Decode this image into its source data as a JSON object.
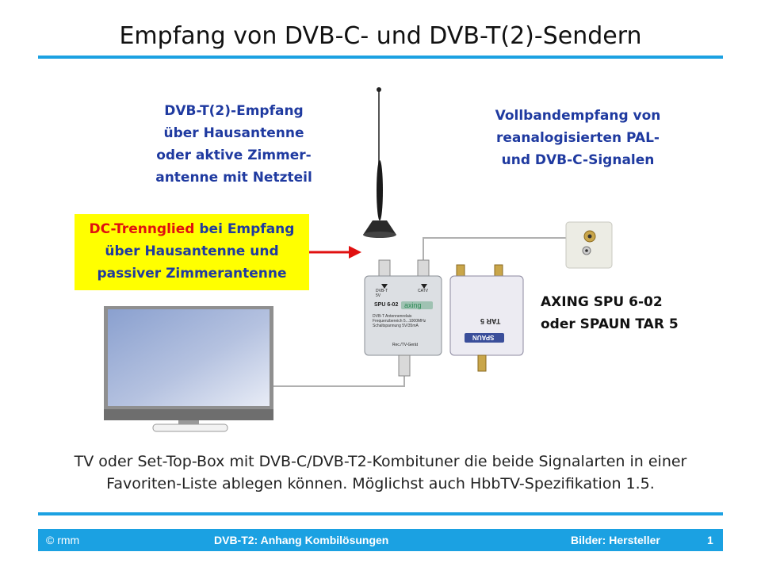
{
  "slide": {
    "title": "Empfang von DVB-C- und DVB-T(2)-Sendern",
    "dvbt_label": [
      "DVB-T(2)-Empfang",
      "über Hausantenne",
      "oder aktive Zimmer-",
      "antenne mit Netzteil"
    ],
    "cable_label": [
      "Vollbandempfang von",
      "reanalogisierten PAL-",
      "und DVB-C-Signalen"
    ],
    "dc_box": {
      "red_part": "DC-Trennglied",
      "rest_line1": " bei Empfang",
      "line2": "über Hausantenne und",
      "line3": "passiver Zimmerantenne"
    },
    "models": [
      "AXING SPU 6-02",
      "oder SPAUN TAR 5"
    ],
    "caption": [
      "TV oder Set-Top-Box mit DVB-C/DVB-T2-Kombituner die beide Signalarten in einer",
      "Favoriten-Liste ablegen können. Möglichst auch HbbTV-Spezifikation 1.5."
    ],
    "axing_device": {
      "port_left": "DVB-T\n5V",
      "port_right": "CATV",
      "model": "SPU 6-02",
      "brand": "axing",
      "spec_lines": [
        "DVB-T Antennenrelais",
        "Frequenzbereich 5...1000MHz",
        "Schaltspannung 5V/35mA"
      ],
      "bottom_port": "Rec./TV-Gerät"
    },
    "spaun_device": {
      "model": "TAR 5",
      "brand": "SPAUN"
    }
  },
  "footer": {
    "left": "© rmm",
    "center": "DVB-T2: Anhang Kombilösungen",
    "right": "Bilder: Hersteller",
    "page": "1"
  },
  "colors": {
    "accent": "#1ba1e2",
    "label_blue": "#1f3aa0",
    "highlight_yellow": "#ffff00",
    "arrow_red": "#e01010"
  }
}
